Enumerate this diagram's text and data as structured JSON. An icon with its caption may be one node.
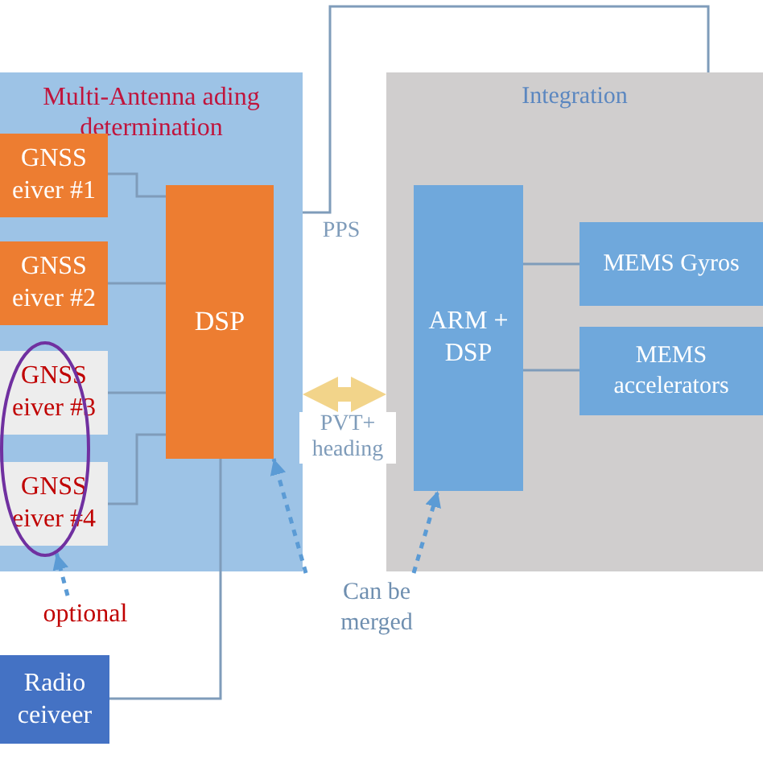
{
  "diagram": {
    "nodes": [
      {
        "text": [
          "Multi-Antenna ading determination"
        ]
      },
      {
        "text": [
          "GNSS eiver #1"
        ],
        "in": 0
      },
      {
        "text": [
          "GNSS eiver #2"
        ],
        "in": 0
      },
      {
        "text": [
          "GNSS eiver #3"
        ],
        "in": 0
      },
      {
        "text": [
          "GNSS eiver #4"
        ],
        "in": 0
      },
      {
        "text": [
          "DSP"
        ],
        "in": 0
      },
      {
        "text": [
          "Integration"
        ]
      },
      {
        "text": [
          "ARM + DSP"
        ],
        "in": 6
      },
      {
        "text": [
          "MEMS Gyros"
        ],
        "in": 6
      },
      {
        "text": [
          "MEMS accelerators"
        ],
        "in": 6
      },
      {
        "text": [
          "Radio ceiveer"
        ]
      },
      {
        "text": [
          "optional"
        ]
      },
      {
        "text": [],
        "shape": "circle",
        "in": 0
      },
      {
        "text": [
          "Can be merged"
        ]
      }
    ],
    "edges": [
      {
        "from": 1,
        "to": 5,
        "arrow": "none"
      },
      {
        "from": 2,
        "to": 5,
        "arrow": "none"
      },
      {
        "from": 3,
        "to": 5,
        "arrow": "none"
      },
      {
        "from": 4,
        "to": 5,
        "arrow": "none"
      },
      {
        "from": 10,
        "to": 5,
        "arrow": "none"
      },
      {
        "from": 0,
        "to": 6,
        "arrow": "none",
        "label": "PPS"
      },
      {
        "from": 0,
        "to": 6,
        "arrow": "both",
        "label": "PVT+ heading",
        "style": "thick",
        "color": "#f2d48a"
      },
      {
        "from": 7,
        "to": 8,
        "arrow": "none"
      },
      {
        "from": 7,
        "to": 9,
        "arrow": "none"
      },
      {
        "from": 11,
        "to": 12,
        "arrow": "to",
        "style": "dashed",
        "color": "#5b9bd5"
      },
      {
        "from": 13,
        "to": 5,
        "arrow": "to",
        "style": "dashed",
        "color": "#5b9bd5"
      },
      {
        "from": 13,
        "to": 7,
        "arrow": "to",
        "style": "dashed",
        "color": "#5b9bd5"
      }
    ]
  }
}
